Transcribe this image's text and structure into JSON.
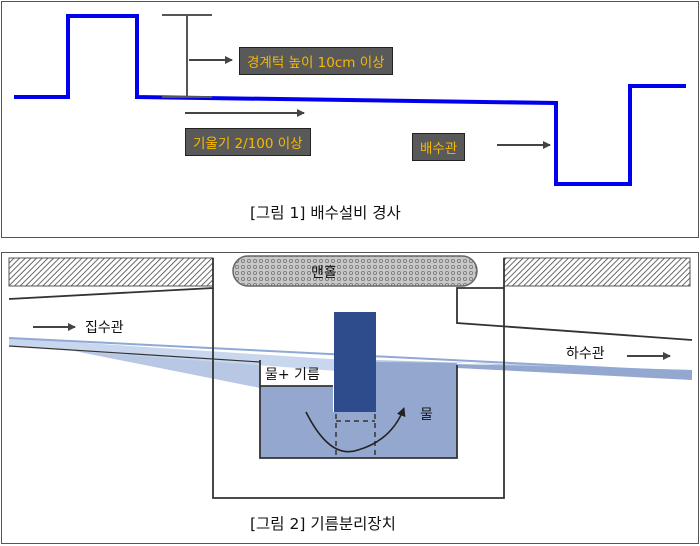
{
  "figure1": {
    "caption": "[그림 1] 배수설비 경사",
    "label_threshold": "경계턱 높이 10cm 이상",
    "label_slope": "기울기 2/100 이상",
    "label_drainpipe": "배수관",
    "colors": {
      "pipe": "#0000ee",
      "tag_bg": "#595959",
      "tag_text": "#f5b800"
    }
  },
  "figure2": {
    "caption": "[그림 2] 기름분리장치",
    "label_manhole": "맨홀",
    "label_inlet": "집수관",
    "label_outlet": "하수관",
    "label_water_oil": "물+ 기름",
    "label_water": "물",
    "colors": {
      "water": "#b8c8e4",
      "water_deep": "#94a8cf",
      "baffle": "#2e4c8c"
    }
  }
}
